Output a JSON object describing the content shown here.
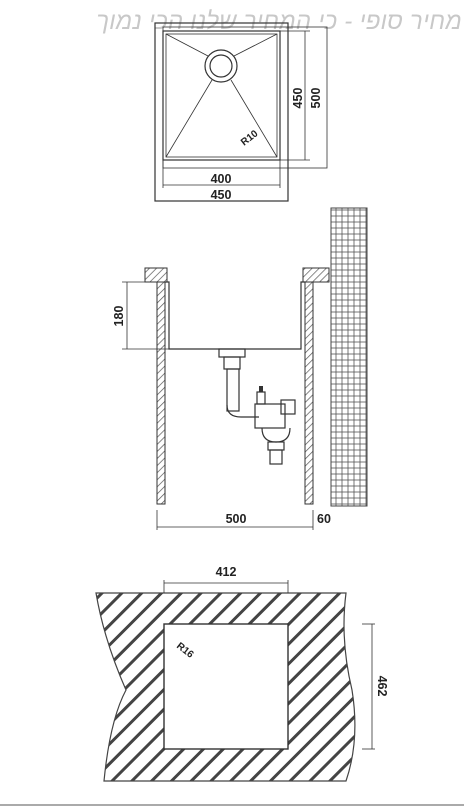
{
  "banner": {
    "text": "מחיר סופי - כי המחיר שלנו הכי נמוך"
  },
  "top_view": {
    "width_inner": "400",
    "width_outer": "450",
    "depth_inner": "450",
    "depth_outer": "500",
    "radius": "R10"
  },
  "side_view": {
    "depth": "180",
    "cabinet_width": "500",
    "wall_offset": "60"
  },
  "cutout_view": {
    "width": "412",
    "depth": "462",
    "radius": "R16"
  }
}
